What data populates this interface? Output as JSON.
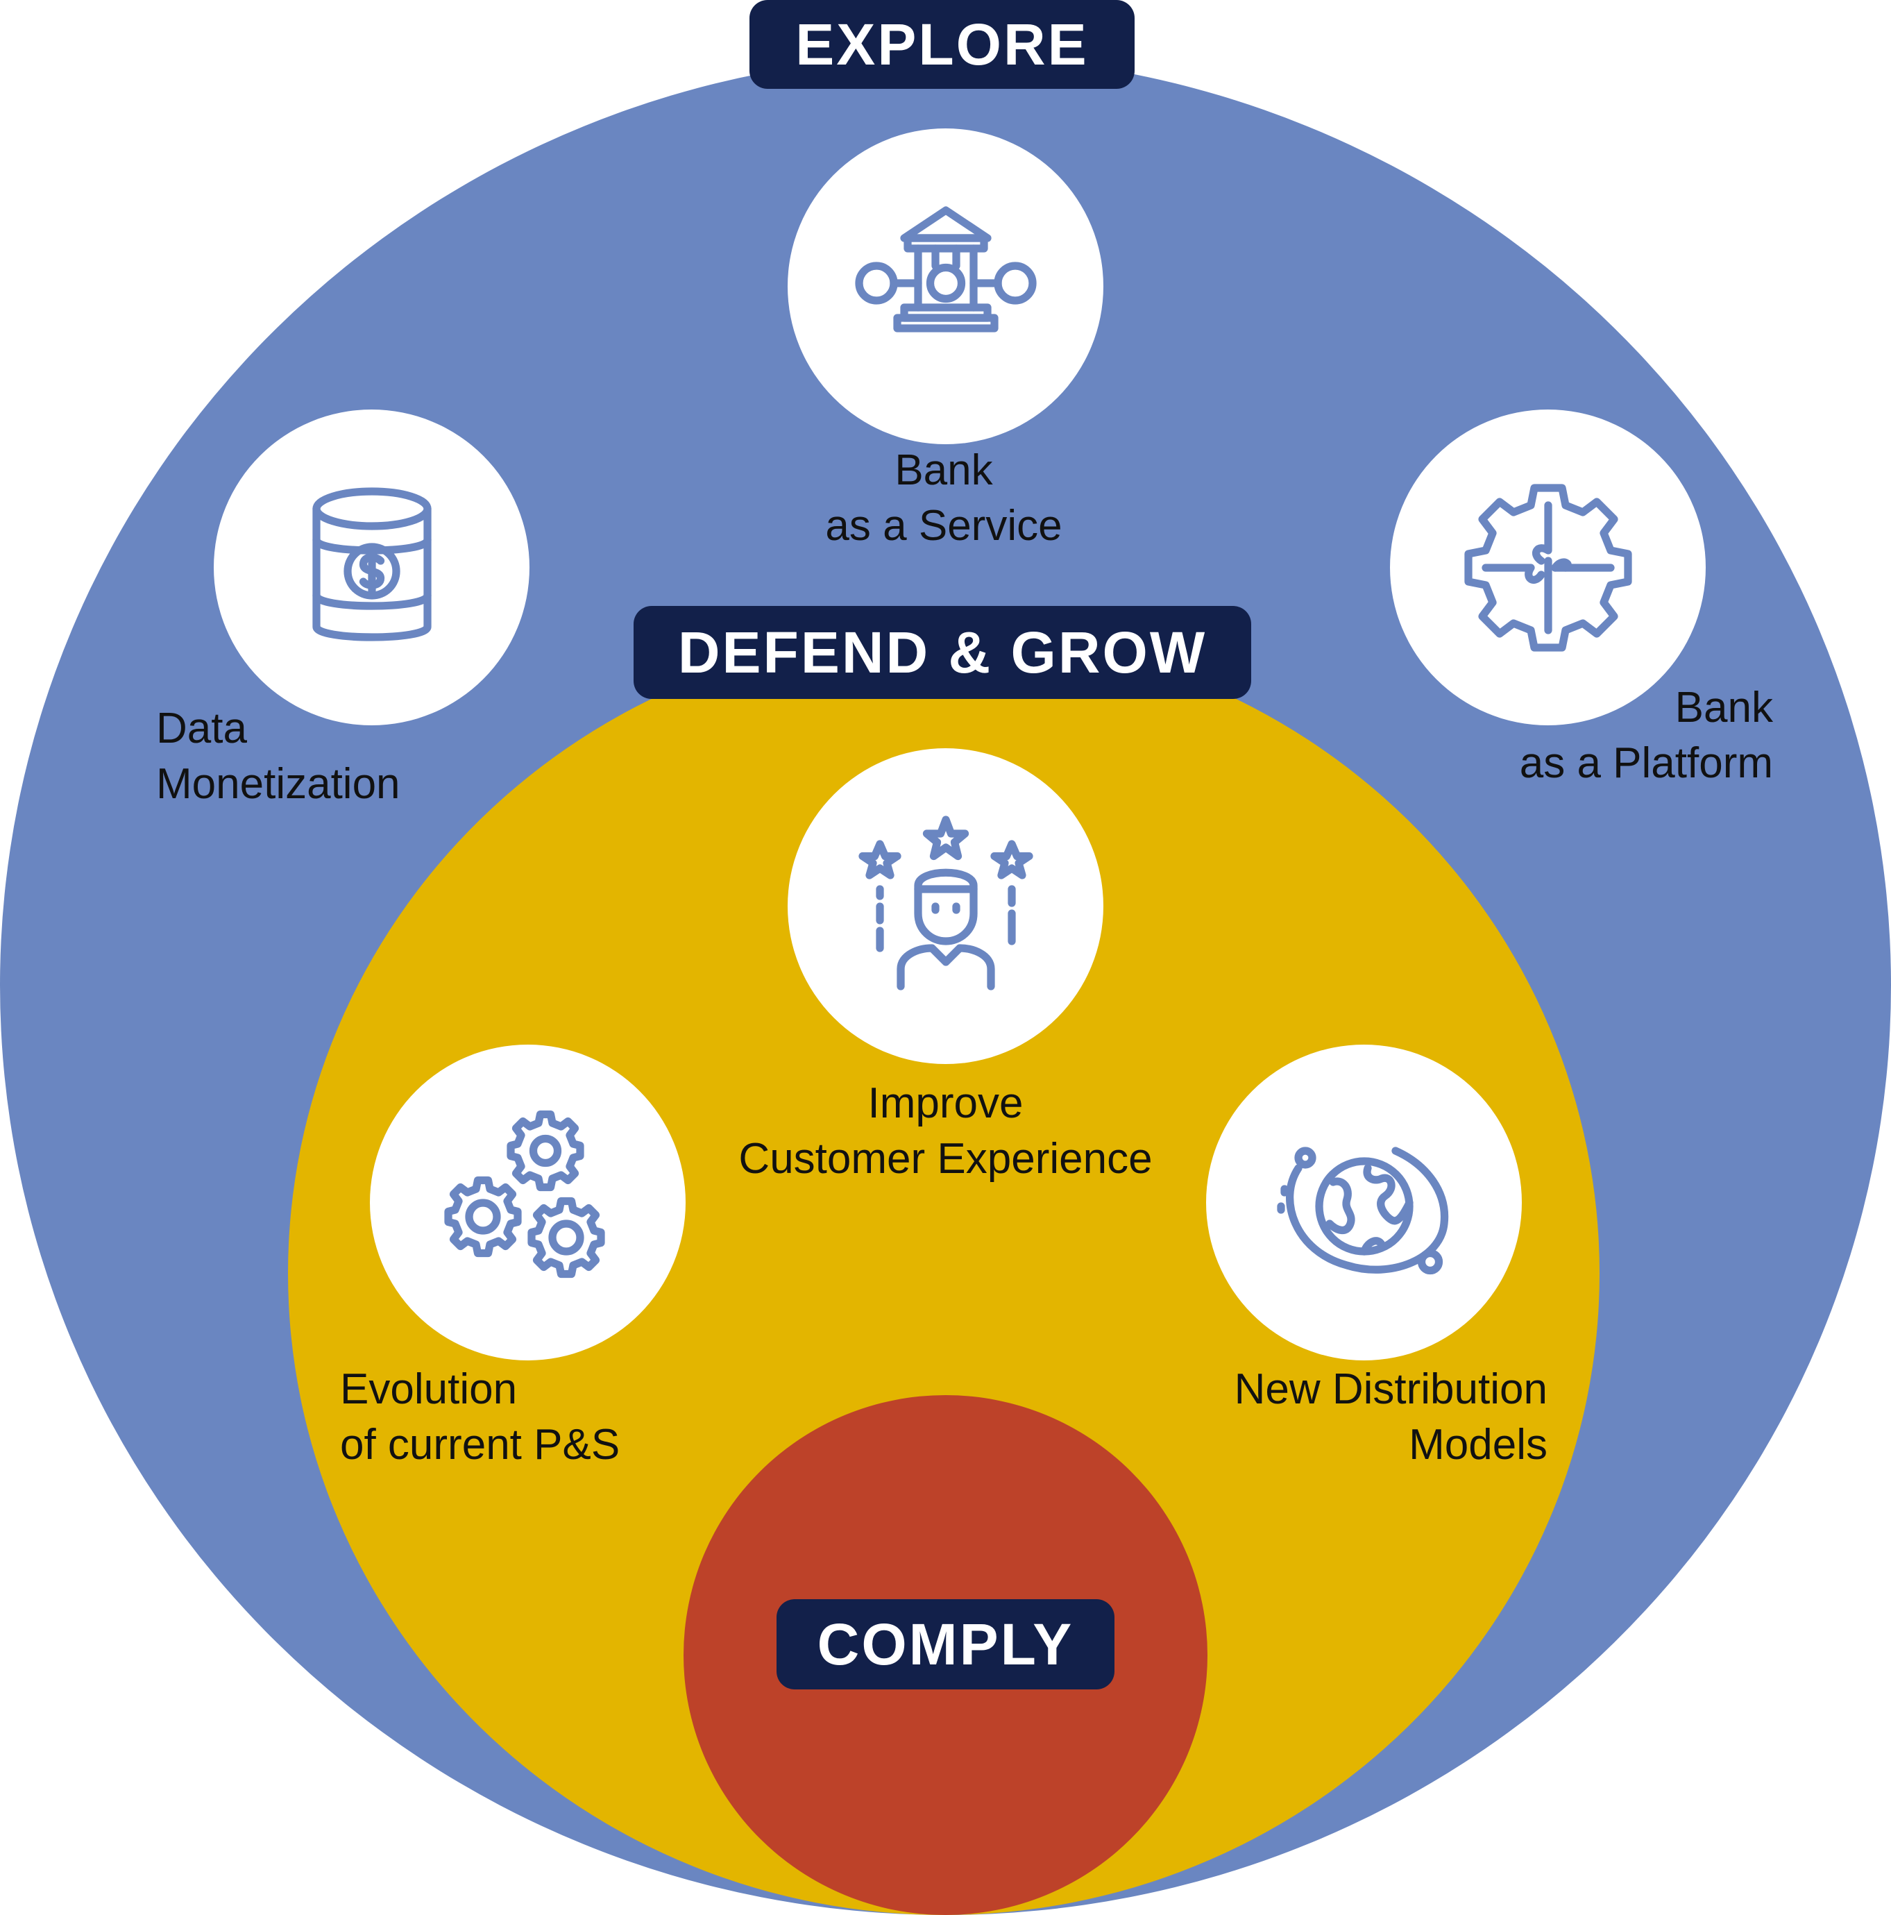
{
  "colors": {
    "explore": "#6a86c1",
    "defend": "#e3b500",
    "comply": "#bd4229",
    "badge": "#12204a",
    "icon": "#6a86c1"
  },
  "layers": {
    "explore": "EXPLORE",
    "defend": "DEFEND & GROW",
    "comply": "COMPLY"
  },
  "items": {
    "bank_service": {
      "icon": "bank-icon",
      "line1": "Bank",
      "line2": "as a Service"
    },
    "data_monetization": {
      "icon": "database-dollar-icon",
      "line1": "Data",
      "line2": "Monetization"
    },
    "bank_platform": {
      "icon": "puzzle-gear-icon",
      "line1": "Bank",
      "line2": "as a Platform"
    },
    "customer_experience": {
      "icon": "customer-stars-icon",
      "line1": "Improve",
      "line2": "Customer Experience"
    },
    "evolution": {
      "icon": "gears-icon",
      "line1": "Evolution",
      "line2": "of current P&S"
    },
    "distribution": {
      "icon": "globe-orbit-icon",
      "line1": "New Distribution",
      "line2": "Models"
    }
  }
}
